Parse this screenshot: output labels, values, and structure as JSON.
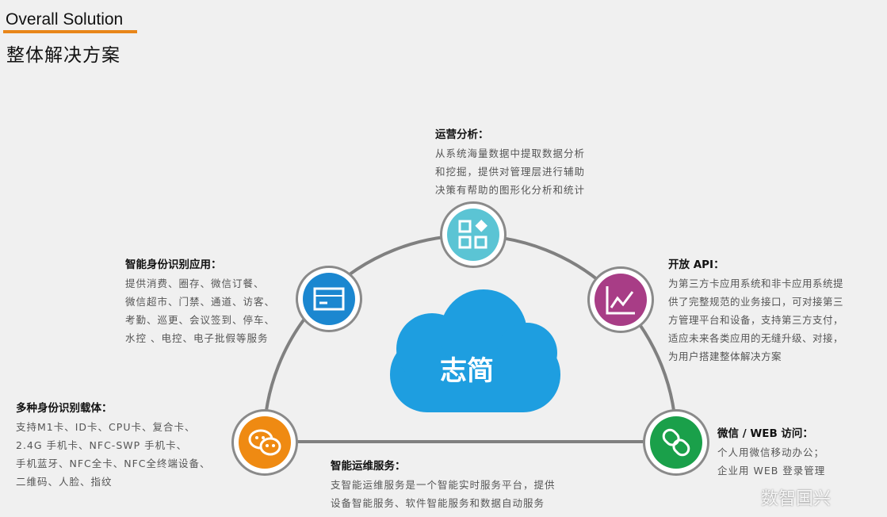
{
  "header": {
    "title_en": "Overall Solution",
    "title_cn": "整体解决方案"
  },
  "center": {
    "label": "志简"
  },
  "blocks": {
    "analytics": {
      "title": "运营分析：",
      "body": "从系统海量数据中提取数据分析\n和挖掘，提供对管理层进行辅助\n决策有帮助的图形化分析和统计"
    },
    "identity_app": {
      "title": "智能身份识别应用：",
      "body": "提供消费、圈存、微信订餐、\n微信超市、门禁、通道、访客、\n考勤、巡更、会议签到、停车、\n水控 、电控、电子批假等服务"
    },
    "open_api": {
      "title": "开放 API：",
      "body": "为第三方卡应用系统和非卡应用系统提\n供了完整规范的业务接口，可对接第三\n方管理平台和设备，支持第三方支付，\n适应未来各类应用的无缝升级、对接，\n为用户搭建整体解决方案"
    },
    "carriers": {
      "title": "多种身份识别载体：",
      "body": "支持M1卡、ID卡、CPU卡、复合卡、\n2.4G 手机卡、NFC-SWP 手机卡、\n手机蓝牙、NFC全卡、NFC全终端设备、\n二维码、人脸、指纹"
    },
    "ops": {
      "title": "智能运维服务：",
      "body": "支智能运维服务是一个智能实时服务平台，提供\n设备智能服务、软件智能服务和数据自动服务"
    },
    "wechat_web": {
      "title": "微信 / WEB 访问：",
      "body": "个人用微信移动办公；\n企业用 WEB 登录管理"
    }
  },
  "watermark": "数智国兴",
  "colors": {
    "accent": "#e8861a",
    "cloud": "#1e9ee0",
    "teal": "#5bc4d4",
    "blue": "#1b87d0",
    "purple": "#a83d86",
    "orange": "#ef8a12",
    "green": "#1aa04a"
  }
}
